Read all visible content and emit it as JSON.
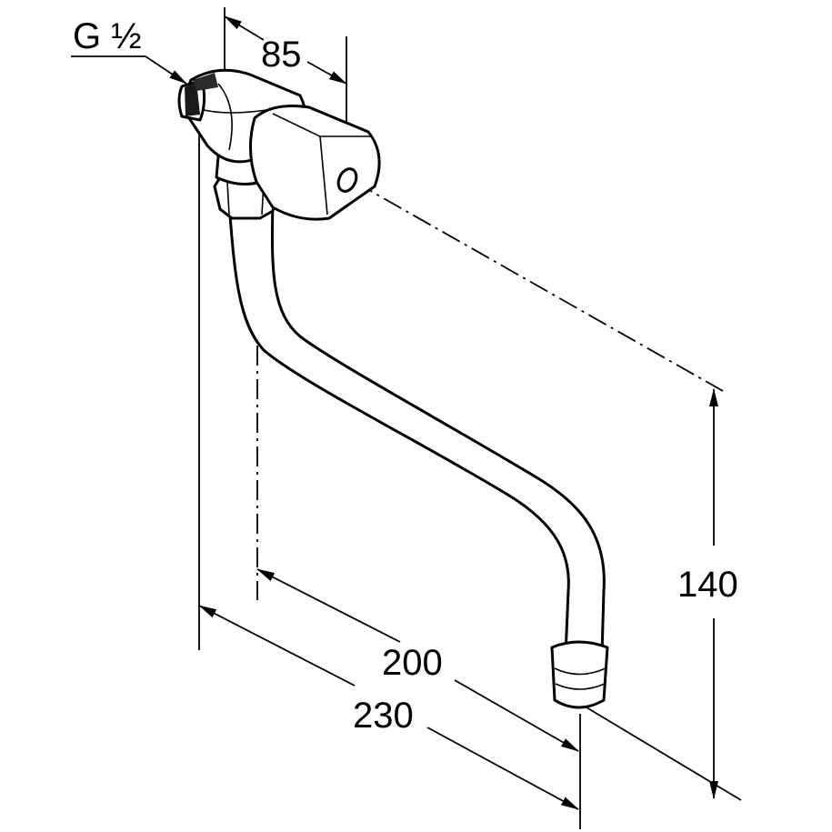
{
  "thread_label": "G ½",
  "dimensions": {
    "body_depth": "85",
    "spout_height": "140",
    "spout_reach_inner": "200",
    "spout_reach_total": "230"
  }
}
